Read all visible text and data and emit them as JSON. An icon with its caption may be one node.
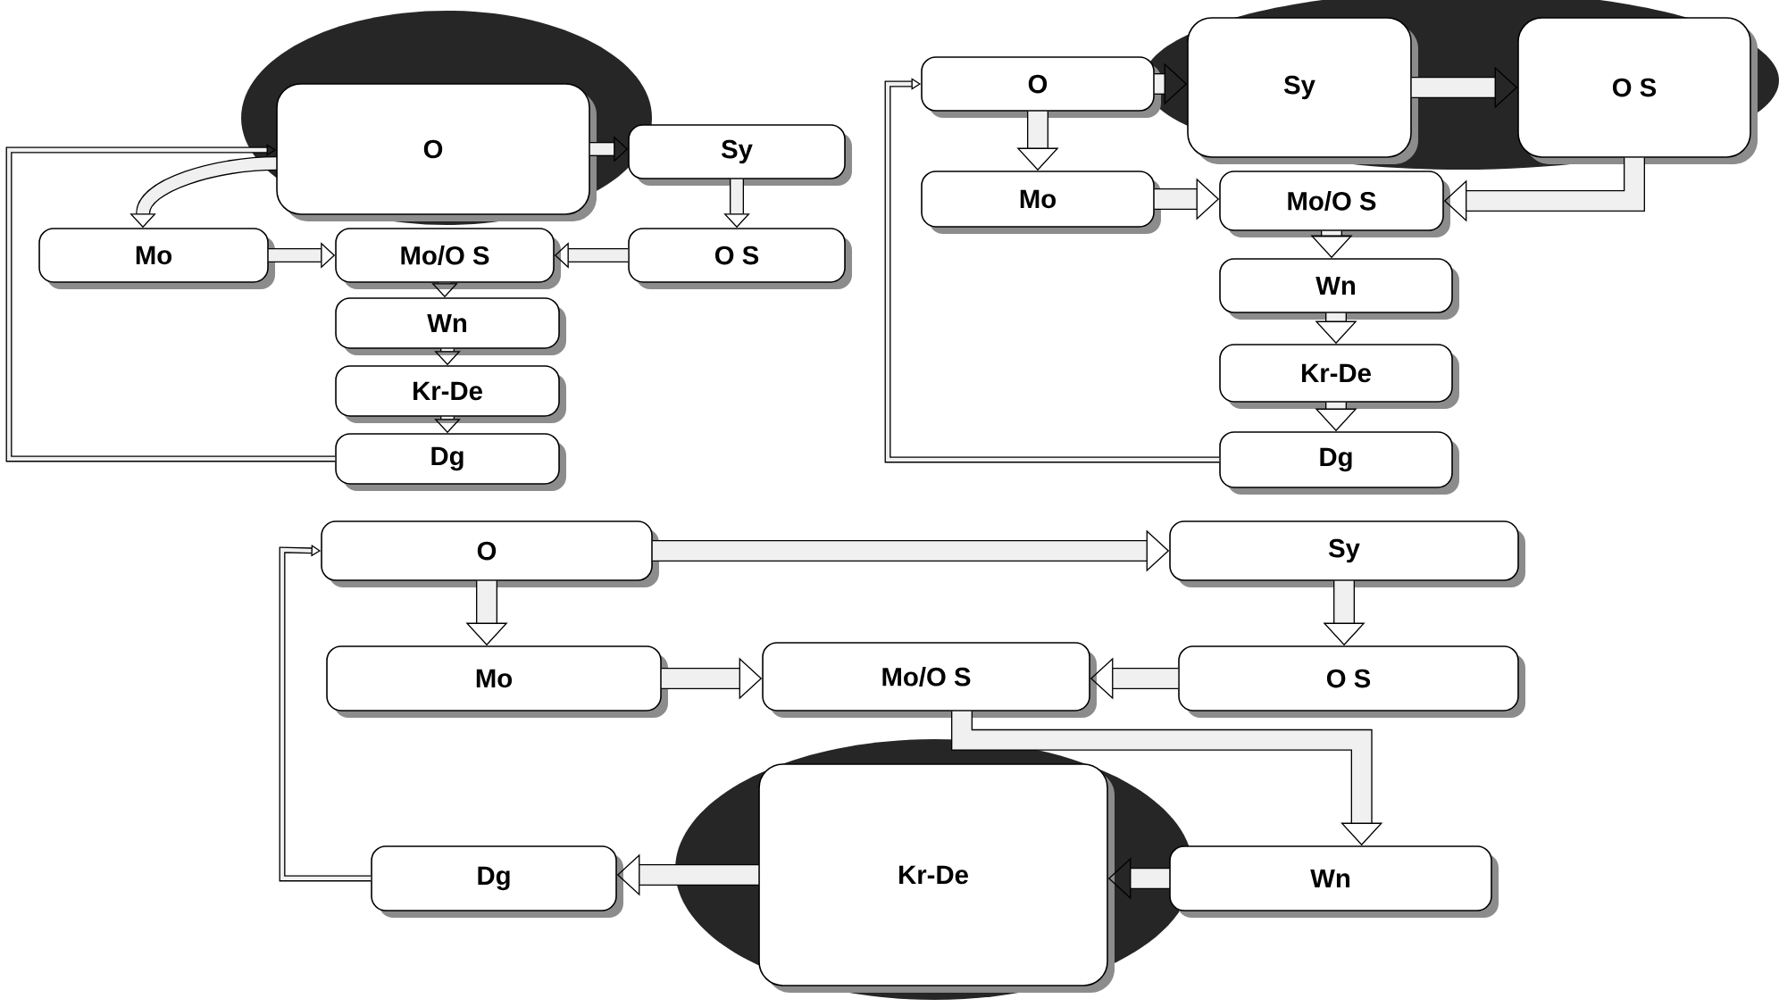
{
  "diagram": {
    "nodes": [
      {
        "text": [
          "O"
        ]
      },
      {
        "text": [
          "Sy"
        ]
      },
      {
        "text": [
          "Mo"
        ]
      },
      {
        "text": [
          "Mo/O S"
        ]
      },
      {
        "text": [
          "O S"
        ]
      },
      {
        "text": [
          "Wn"
        ]
      },
      {
        "text": [
          "Kr-De"
        ]
      },
      {
        "text": [
          "Dg"
        ]
      },
      {
        "text": [
          "O"
        ]
      },
      {
        "text": [
          "Sy"
        ]
      },
      {
        "text": [
          "O S"
        ]
      },
      {
        "text": [
          "Mo"
        ]
      },
      {
        "text": [
          "Mo/O S"
        ]
      },
      {
        "text": [
          "Wn"
        ]
      },
      {
        "text": [
          "Kr-De"
        ]
      },
      {
        "text": [
          "Dg"
        ]
      },
      {
        "text": [
          "O"
        ]
      },
      {
        "text": [
          "Sy"
        ]
      },
      {
        "text": [
          "Mo"
        ]
      },
      {
        "text": [
          "Mo/O S"
        ]
      },
      {
        "text": [
          "O S"
        ]
      },
      {
        "text": [
          "Kr-De"
        ]
      },
      {
        "text": [
          "Wn"
        ]
      },
      {
        "text": [
          "Dg"
        ]
      }
    ],
    "edges": [
      {
        "from": 0,
        "to": 1,
        "arrow": "to"
      },
      {
        "from": 0,
        "to": 2,
        "arrow": "to"
      },
      {
        "from": 1,
        "to": 4,
        "arrow": "to"
      },
      {
        "from": 2,
        "to": 3,
        "arrow": "to"
      },
      {
        "from": 4,
        "to": 3,
        "arrow": "to"
      },
      {
        "from": 3,
        "to": 5,
        "arrow": "to"
      },
      {
        "from": 5,
        "to": 6,
        "arrow": "to"
      },
      {
        "from": 6,
        "to": 7,
        "arrow": "to"
      },
      {
        "from": 7,
        "to": 0,
        "arrow": "to"
      },
      {
        "from": 8,
        "to": 9,
        "arrow": "to"
      },
      {
        "from": 9,
        "to": 10,
        "arrow": "to"
      },
      {
        "from": 8,
        "to": 11,
        "arrow": "to"
      },
      {
        "from": 11,
        "to": 12,
        "arrow": "to"
      },
      {
        "from": 10,
        "to": 12,
        "arrow": "to"
      },
      {
        "from": 12,
        "to": 13,
        "arrow": "to"
      },
      {
        "from": 13,
        "to": 14,
        "arrow": "to"
      },
      {
        "from": 14,
        "to": 15,
        "arrow": "to"
      },
      {
        "from": 15,
        "to": 8,
        "arrow": "to"
      },
      {
        "from": 16,
        "to": 17,
        "arrow": "to"
      },
      {
        "from": 16,
        "to": 18,
        "arrow": "to"
      },
      {
        "from": 17,
        "to": 20,
        "arrow": "to"
      },
      {
        "from": 18,
        "to": 19,
        "arrow": "to"
      },
      {
        "from": 20,
        "to": 19,
        "arrow": "to"
      },
      {
        "from": 19,
        "to": 22,
        "arrow": "to"
      },
      {
        "from": 22,
        "to": 21,
        "arrow": "to"
      },
      {
        "from": 21,
        "to": 23,
        "arrow": "to"
      },
      {
        "from": 23,
        "to": 16,
        "arrow": "to"
      }
    ]
  }
}
